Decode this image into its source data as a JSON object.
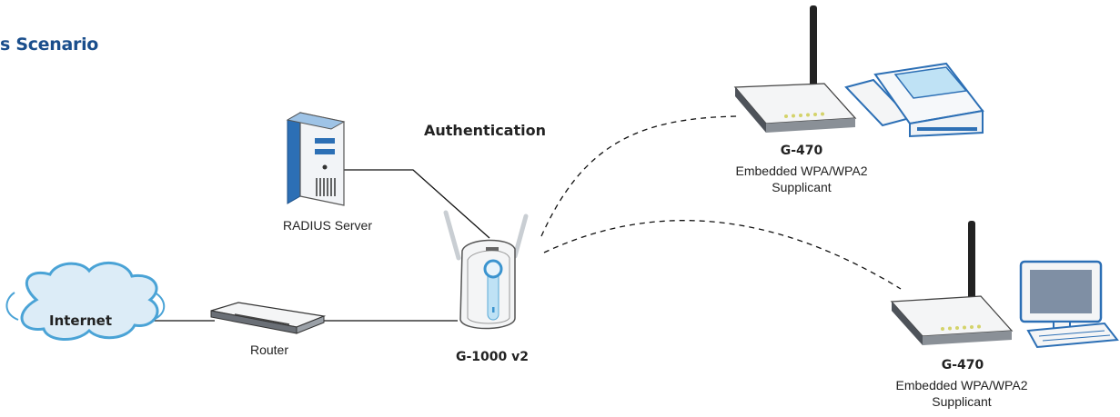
{
  "diagram": {
    "title": "s Scenario",
    "edge_label": "Authentication",
    "nodes": {
      "internet": "Internet",
      "router": "Router",
      "radius": "RADIUS Server",
      "ap": "G-1000 v2",
      "client_top": {
        "model": "G-470",
        "line1": "Embedded WPA/WPA2",
        "line2": "Supplicant"
      },
      "client_bottom": {
        "model": "G-470",
        "line1": "Embedded WPA/WPA2",
        "line2": "Supplicant"
      }
    }
  },
  "colors": {
    "title": "#1a4e8c",
    "cloud_fill": "#dcecf7",
    "cloud_stroke": "#4aa3d6",
    "server_blue": "#2c6fb5",
    "device_body": "#f4f5f6",
    "device_dark": "#5a5f66",
    "screen": "#7f8fa4"
  }
}
